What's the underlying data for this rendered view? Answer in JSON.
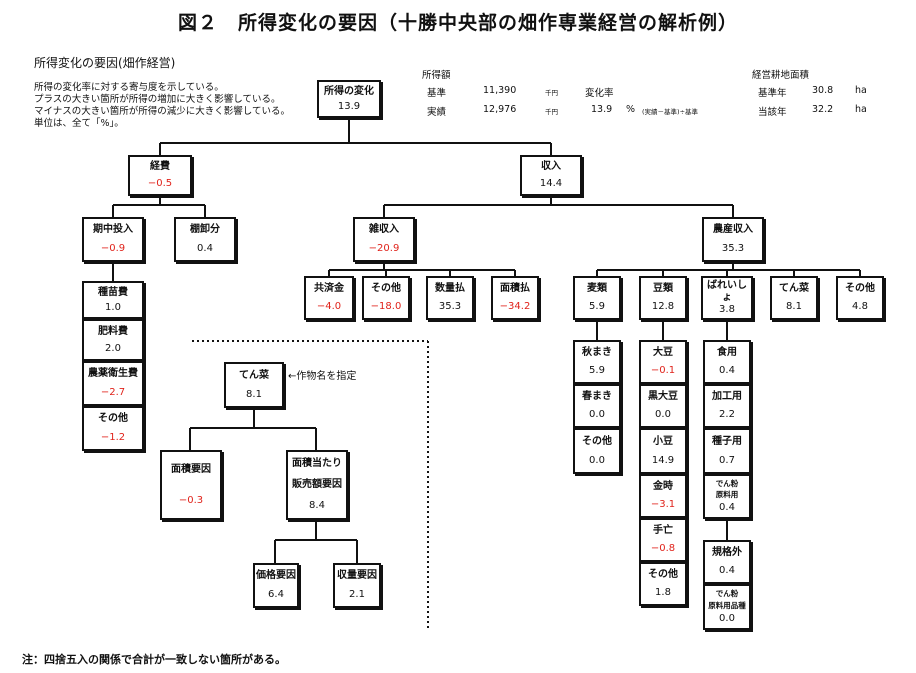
{
  "title": "図２　所得変化の要因（十勝中央部の畑作専業経営の解析例）",
  "subtitle": "所得変化の要因(畑作経営)",
  "description": [
    "所得の変化率に対する寄与度を示している。",
    "プラスの大きい箇所が所得の増加に大きく影響している。",
    "マイナスの大きい箇所が所得の減少に大きく影響している。",
    "単位は、全て「%」。"
  ],
  "income": {
    "header": "所得額",
    "base_label": "基準",
    "base_value": "11,390",
    "base_unit": "千円",
    "actual_label": "実績",
    "actual_value": "12,976",
    "actual_unit": "千円",
    "change_label": "変化率",
    "change_value": "13.9",
    "change_unit": "%",
    "change_formula": "(実績－基準)÷基準"
  },
  "area": {
    "header": "経営耕地面積",
    "base_label": "基準年",
    "base_value": "30.8",
    "base_unit": "ha",
    "current_label": "当該年",
    "current_value": "32.2",
    "current_unit": "ha"
  },
  "annotation": "←作物名を指定",
  "note": "注：四捨五入の関係で合計が一致しない箇所がある。",
  "nodes": {
    "root": {
      "label": "所得の変化",
      "value": "13.9"
    },
    "expense": {
      "label": "経費",
      "value": "−0.5"
    },
    "revenue": {
      "label": "収入",
      "value": "14.4"
    },
    "period_input": {
      "label": "期中投入",
      "value": "−0.9"
    },
    "inventory": {
      "label": "棚卸分",
      "value": "0.4"
    },
    "seed": {
      "label": "種苗費",
      "value": "1.0"
    },
    "fertilizer": {
      "label": "肥料費",
      "value": "2.0"
    },
    "pesticide": {
      "label": "農薬衛生費",
      "value": "−2.7"
    },
    "exp_other": {
      "label": "その他",
      "value": "−1.2"
    },
    "misc_income": {
      "label": "雑収入",
      "value": "−20.9"
    },
    "mutual_aid": {
      "label": "共済金",
      "value": "−4.0"
    },
    "misc_other": {
      "label": "その他",
      "value": "−18.0"
    },
    "qty_payment": {
      "label": "数量払",
      "value": "35.3"
    },
    "area_payment": {
      "label": "面積払",
      "value": "−34.2"
    },
    "farm_income": {
      "label": "農産収入",
      "value": "35.3"
    },
    "wheat": {
      "label": "麦類",
      "value": "5.9"
    },
    "autumn_wheat": {
      "label": "秋まき",
      "value": "5.9"
    },
    "spring_wheat": {
      "label": "春まき",
      "value": "0.0"
    },
    "wheat_other": {
      "label": "その他",
      "value": "0.0"
    },
    "beans": {
      "label": "豆類",
      "value": "12.8"
    },
    "soybean": {
      "label": "大豆",
      "value": "−0.1"
    },
    "black_soybean": {
      "label": "黒大豆",
      "value": "0.0"
    },
    "adzuki": {
      "label": "小豆",
      "value": "14.9"
    },
    "kintoki": {
      "label": "金時",
      "value": "−3.1"
    },
    "tebou": {
      "label": "手亡",
      "value": "−0.8"
    },
    "beans_other": {
      "label": "その他",
      "value": "1.8"
    },
    "potato": {
      "label": "ばれいしょ",
      "value": "3.8"
    },
    "table_use": {
      "label": "食用",
      "value": "0.4"
    },
    "processing": {
      "label": "加工用",
      "value": "2.2"
    },
    "seed_potato": {
      "label": "種子用",
      "value": "0.7"
    },
    "starch_material": {
      "label1": "でん粉",
      "label2": "原料用",
      "value": "0.4"
    },
    "off_spec": {
      "label": "規格外",
      "value": "0.4"
    },
    "starch_variety": {
      "label1": "でん粉",
      "label2": "原料用品種",
      "value": "0.0"
    },
    "sugar_beet": {
      "label": "てん菜",
      "value": "8.1"
    },
    "farm_other": {
      "label": "その他",
      "value": "4.8"
    },
    "crop": {
      "label": "てん菜",
      "value": "8.1"
    },
    "area_factor": {
      "label": "面積要因",
      "value": "−0.3"
    },
    "sales_factor": {
      "label1": "面積当たり",
      "label2": "販売額要因",
      "value": "8.4"
    },
    "price_factor": {
      "label": "価格要因",
      "value": "6.4"
    },
    "volume_factor": {
      "label": "収量要因",
      "value": "2.1"
    }
  }
}
